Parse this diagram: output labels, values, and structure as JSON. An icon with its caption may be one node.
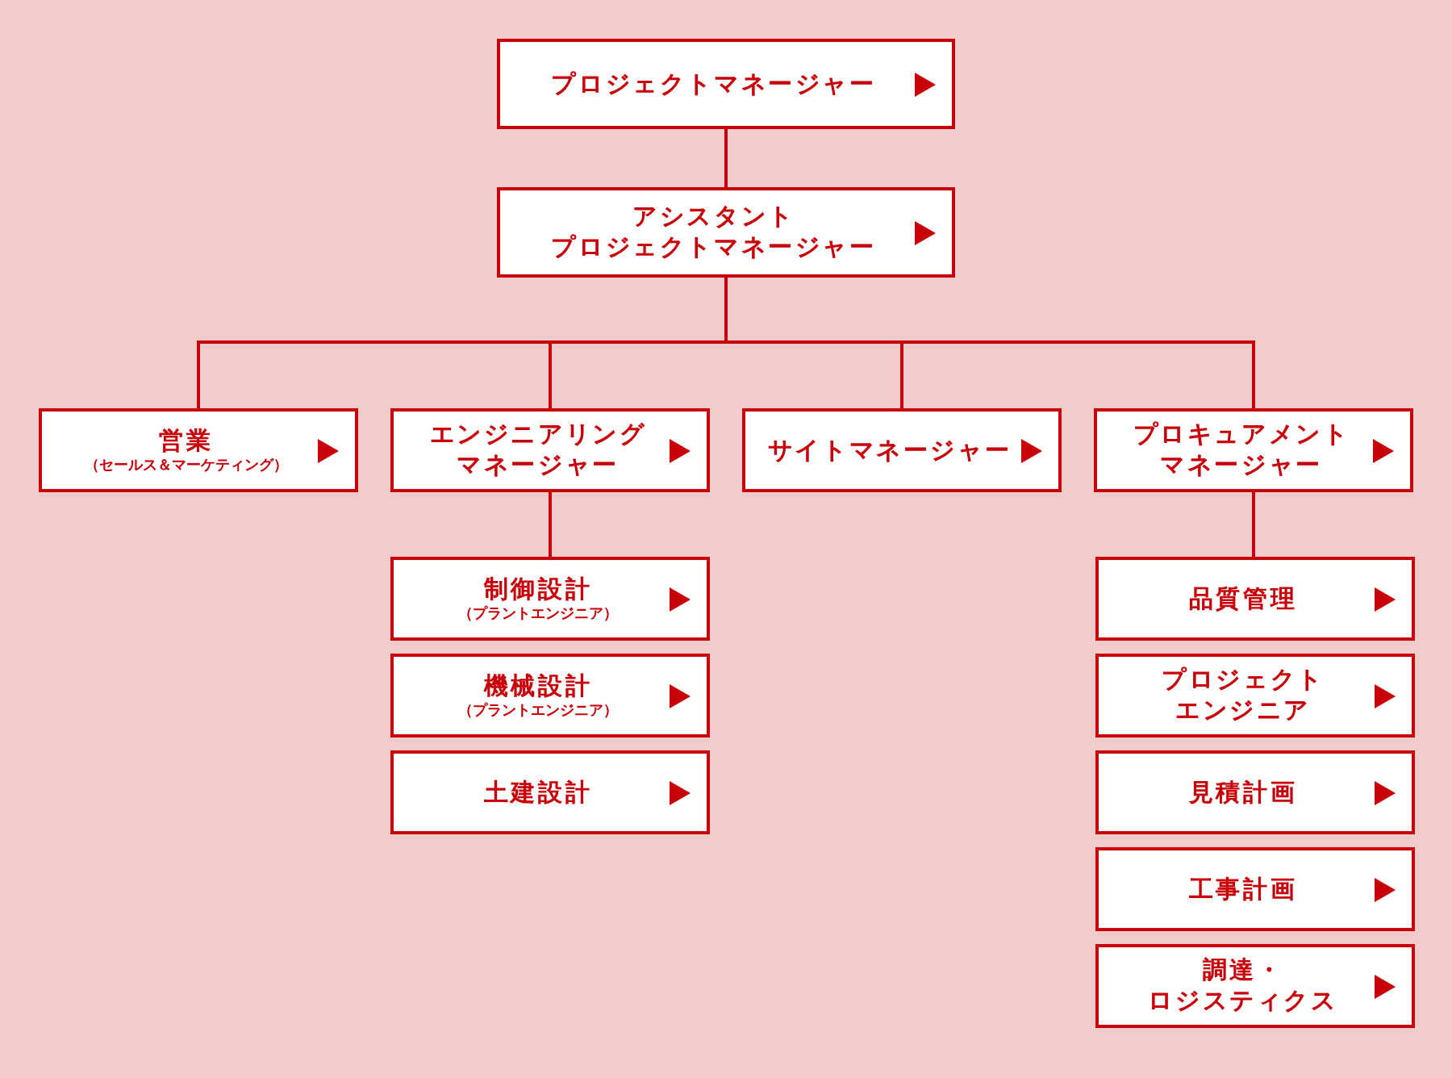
{
  "diagram": {
    "nodes": [
      {
        "text": [
          "プロジェクトマネージャー"
        ]
      },
      {
        "text": [
          "アシスタントプロジェクトマネージャー"
        ]
      },
      {
        "text": [
          "営業",
          "（セールス＆マーケティング）"
        ]
      },
      {
        "text": [
          "エンジニアリングマネージャー"
        ]
      },
      {
        "text": [
          "サイトマネージャー"
        ]
      },
      {
        "text": [
          "プロキュアメントマネージャー"
        ]
      },
      {
        "text": [
          "制御設計",
          "（プラントエンジニア）"
        ]
      },
      {
        "text": [
          "機械設計",
          "（プラントエンジニア）"
        ]
      },
      {
        "text": [
          "土建設計"
        ]
      },
      {
        "text": [
          "品質管理"
        ]
      },
      {
        "text": [
          "プロジェクトエンジニア"
        ]
      },
      {
        "text": [
          "見積計画"
        ]
      },
      {
        "text": [
          "工事計画"
        ]
      },
      {
        "text": [
          "調達・ロジスティクス"
        ]
      }
    ],
    "edges": [
      {
        "from": 0,
        "to": 1,
        "arrow": "none"
      },
      {
        "from": 1,
        "to": 2,
        "arrow": "none"
      },
      {
        "from": 1,
        "to": 3,
        "arrow": "none"
      },
      {
        "from": 1,
        "to": 4,
        "arrow": "none"
      },
      {
        "from": 1,
        "to": 5,
        "arrow": "none"
      },
      {
        "from": 3,
        "to": 6,
        "arrow": "none"
      },
      {
        "from": 5,
        "to": 9,
        "arrow": "none"
      }
    ]
  }
}
